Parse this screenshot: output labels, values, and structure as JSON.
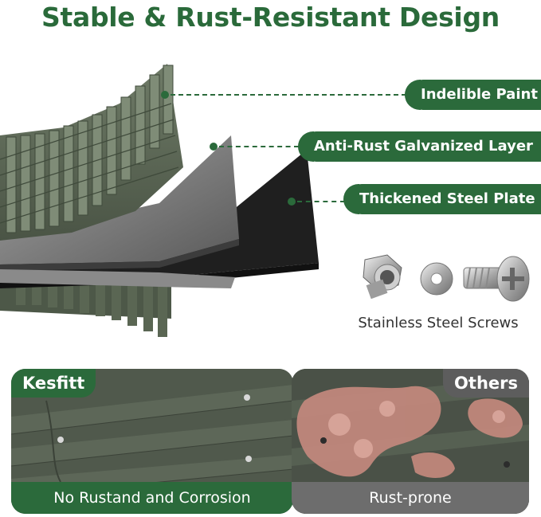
{
  "title": "Stable & Rust-Resistant Design",
  "labels": {
    "paint": "Indelible Paint",
    "galvanized": "Anti-Rust Galvanized Layer",
    "steel": "Thickened Steel Plate"
  },
  "screws_caption": "Stainless Steel Screws",
  "comparison": {
    "left_tag": "Kesfitt",
    "left_caption": "No Rustand and Corrosion",
    "right_tag": "Others",
    "right_caption": "Rust-prone"
  },
  "colors": {
    "brand_green": "#2b6a3b",
    "panel_gray": "#6d6d6d"
  }
}
